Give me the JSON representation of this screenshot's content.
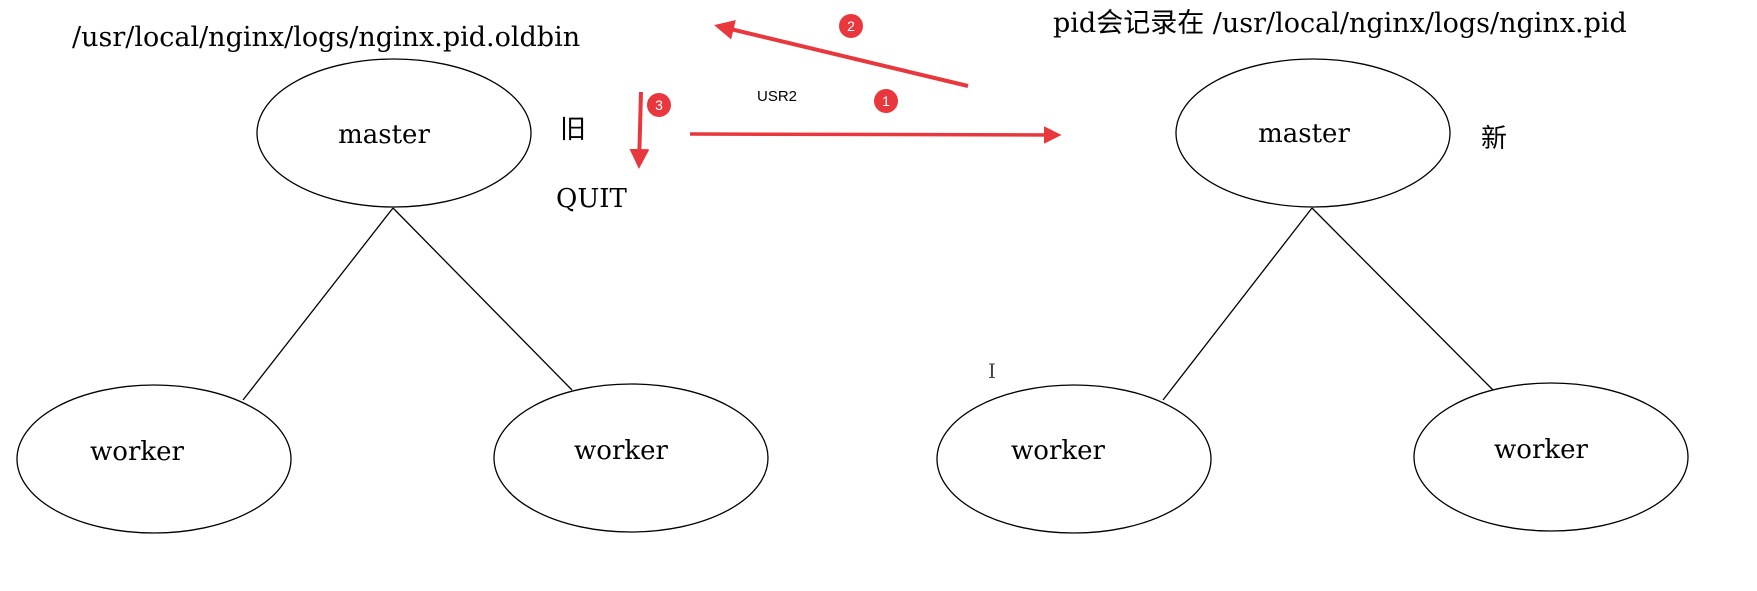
{
  "labels": {
    "old_pid_path": "/usr/local/nginx/logs/nginx.pid.oldbin",
    "new_pid_path": "pid会记录在 /usr/local/nginx/logs/nginx.pid",
    "old_tag": "旧",
    "new_tag": "新",
    "quit_signal": "QUIT",
    "usr2_signal": "USR2",
    "cursor": "I"
  },
  "nodes": {
    "old_master": "master",
    "old_worker_left": "worker",
    "old_worker_right": "worker",
    "new_master": "master",
    "new_worker_left": "worker",
    "new_worker_right": "worker"
  },
  "steps": {
    "step1": "1",
    "step2": "2",
    "step3": "3"
  },
  "colors": {
    "arrow": "#e8383d",
    "badge": "#e8383d",
    "stroke": "#000000",
    "text": "#000000"
  }
}
